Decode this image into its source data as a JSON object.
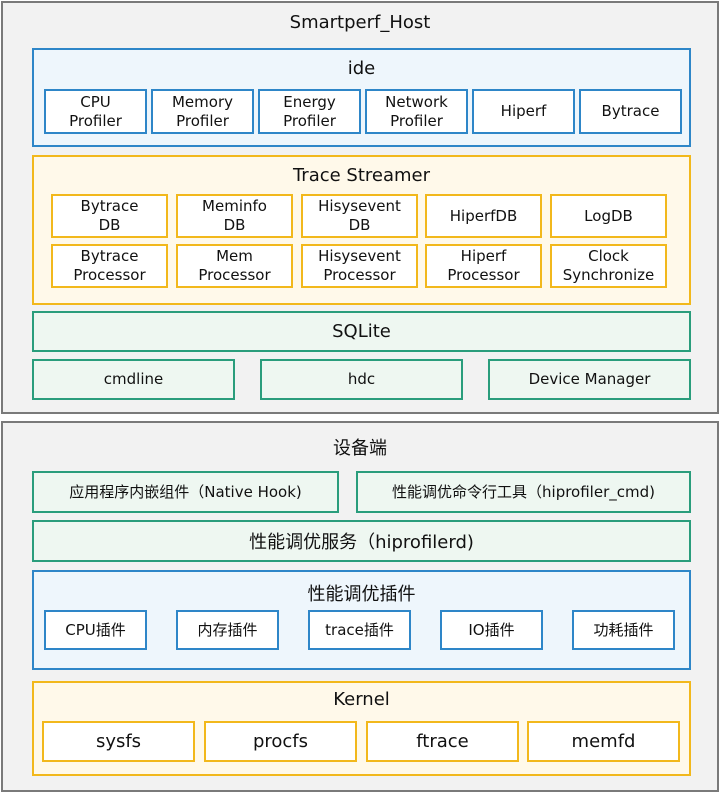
{
  "host": {
    "title": "Smartperf_Host",
    "ide": {
      "title": "ide",
      "items": [
        "CPU\nProfiler",
        "Memory\nProfiler",
        "Energy\nProfiler",
        "Network\nProfiler",
        "Hiperf",
        "Bytrace"
      ]
    },
    "trace_streamer": {
      "title": "Trace Streamer",
      "row1": [
        "Bytrace\nDB",
        "Meminfo\nDB",
        "Hisysevent\nDB",
        "HiperfDB",
        "LogDB"
      ],
      "row2": [
        "Bytrace\nProcessor",
        "Mem\nProcessor",
        "Hisysevent\nProcessor",
        "Hiperf\nProcessor",
        "Clock\nSynchronize"
      ]
    },
    "sqlite": "SQLite",
    "bottom": [
      "cmdline",
      "hdc",
      "Device Manager"
    ]
  },
  "device": {
    "title": "设备端",
    "native_hook": "应用程序内嵌组件（Native Hook)",
    "cmd_tool": "性能调优命令行工具（hiprofiler_cmd)",
    "service": "性能调优服务（hiprofilerd)",
    "plugins": {
      "title": "性能调优插件",
      "items": [
        "CPU插件",
        "内存插件",
        "trace插件",
        "IO插件",
        "功耗插件"
      ]
    },
    "kernel": {
      "title": "Kernel",
      "items": [
        "sysfs",
        "procfs",
        "ftrace",
        "memfd"
      ]
    }
  },
  "colors": {
    "blue": "#2e86c8",
    "yellow": "#f2b81c",
    "green": "#2a9d7c",
    "panel_border": "#7a7a7a"
  }
}
